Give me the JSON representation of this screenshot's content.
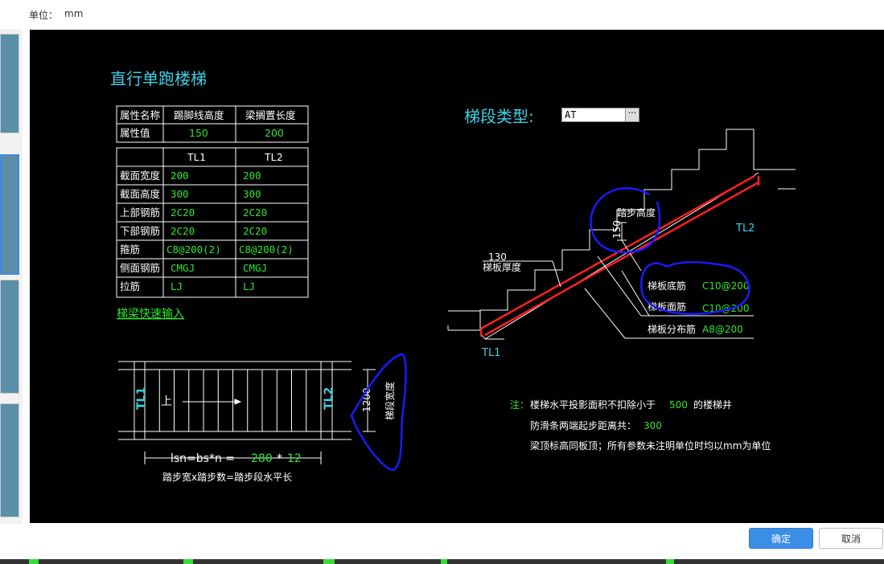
{
  "header": {
    "unit_label": "单位：",
    "unit_value": "mm"
  },
  "drawing": {
    "title": "直行单跑楼梯",
    "props_table": {
      "headers": [
        "属性名称",
        "踢脚线高度",
        "梁搁置长度"
      ],
      "row_label": "属性值",
      "values": [
        "150",
        "200"
      ]
    },
    "beam_table": {
      "columns": [
        "TL1",
        "TL2"
      ],
      "rows": [
        {
          "label": "截面宽度",
          "tl1": "200",
          "tl2": "200"
        },
        {
          "label": "截面高度",
          "tl1": "300",
          "tl2": "300"
        },
        {
          "label": "上部钢筋",
          "tl1": "2C20",
          "tl2": "2C20"
        },
        {
          "label": "下部钢筋",
          "tl1": "2C20",
          "tl2": "2C20"
        },
        {
          "label": "箍筋",
          "tl1": "C8@200(2)",
          "tl2": "C8@200(2)"
        },
        {
          "label": "侧面钢筋",
          "tl1": "CMGJ",
          "tl2": "CMGJ"
        },
        {
          "label": "拉筋",
          "tl1": "LJ",
          "tl2": "LJ"
        }
      ]
    },
    "quick_input_link": "梯梁快速输入",
    "plan": {
      "tl1": "TL1",
      "tl2": "TL2",
      "up": "上",
      "width_value": "1200",
      "width_label": "梯段宽度",
      "formula_prefix": "lsn=bs*n =",
      "bs": "280",
      "times": "*",
      "n": "12",
      "formula_note": "踏步宽x踏步数=踏步段水平长"
    },
    "segment": {
      "label": "梯段类型:",
      "value": "AT",
      "more": "···"
    },
    "section": {
      "step_height_label": "踏步高度",
      "step_height_value": "150",
      "thickness_value": "130",
      "thickness_label": "梯板厚度",
      "bottom_bar_label": "梯板底筋",
      "bottom_bar_value": "C10@200",
      "top_bar_label": "梯板面筋",
      "top_bar_value": "C10@200",
      "dist_bar_label": "梯板分布筋",
      "dist_bar_value": "A8@200",
      "tl1": "TL1",
      "tl2": "TL2"
    },
    "notes": {
      "prefix": "注：",
      "line1_a": "楼梯水平投影面积不扣除小于",
      "line1_value": "500",
      "line1_b": "的楼梯井",
      "line2_a": "防滑条两端起步距离共：",
      "line2_value": "300",
      "line3": "梁顶标高同板顶；所有参数未注明单位时均以mm为单位"
    }
  },
  "buttons": {
    "ok": "确定",
    "cancel": "取消"
  },
  "colors": {
    "cyan": "#3fd0e6",
    "green": "#2ee62e",
    "white": "#ffffff",
    "red": "#ff2020",
    "blue_annotation": "#1a1aff"
  }
}
